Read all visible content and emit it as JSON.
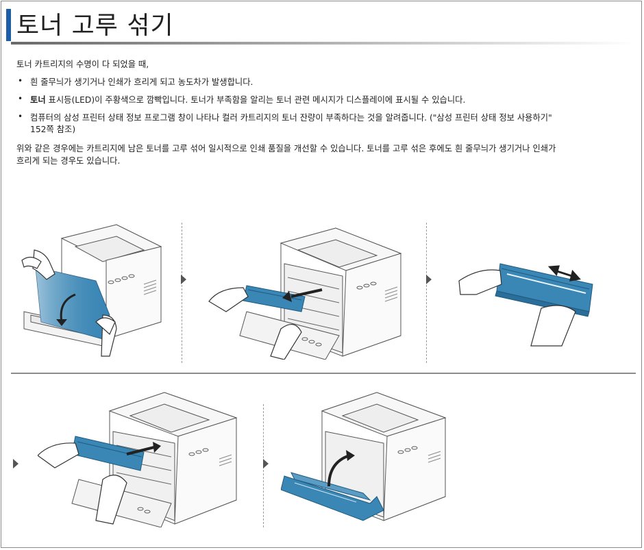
{
  "page": {
    "title": "토너 고루 섞기",
    "intro": "토너 카트리지의 수명이 다 되었을 때,",
    "bullets": [
      {
        "text": "흰 줄무늬가 생기거나 인쇄가 흐리게 되고 농도차가 발생합니다."
      },
      {
        "bold": "토너",
        "text": " 표시등(LED)이 주황색으로 깜빡입니다. 토너가 부족함을 알리는 토너 관련 메시지가 디스플레이에 표시될 수 있습니다."
      },
      {
        "text": "컴퓨터의 삼성 프린터 상태 정보 프로그램 창이 나타나 컬러 카트리지의 토너 잔량이 부족하다는 것을 알려줍니다. (\"삼성 프린터 상태 정보 사용하기\"",
        "text2": "152쪽 참조)"
      }
    ],
    "paragraph_line1": "위와 같은 경우에는 카트리지에 남은 토너를 고루 섞어 일시적으로 인쇄 품질을 개선할 수 있습니다. 토너를 고루 섞은 후에도 흰 줄무늬가 생기거나 인쇄가",
    "paragraph_line2": "흐리게 되는 경우도 있습니다."
  },
  "colors": {
    "accent": "#1d5fa7",
    "cartridge": "#3a86b5",
    "line": "#555555"
  },
  "steps": [
    {
      "icon": "open-front-cover-illustration"
    },
    {
      "icon": "remove-toner-cartridge-illustration"
    },
    {
      "icon": "shake-cartridge-illustration"
    },
    {
      "icon": "insert-toner-cartridge-illustration"
    },
    {
      "icon": "close-front-cover-illustration"
    }
  ]
}
